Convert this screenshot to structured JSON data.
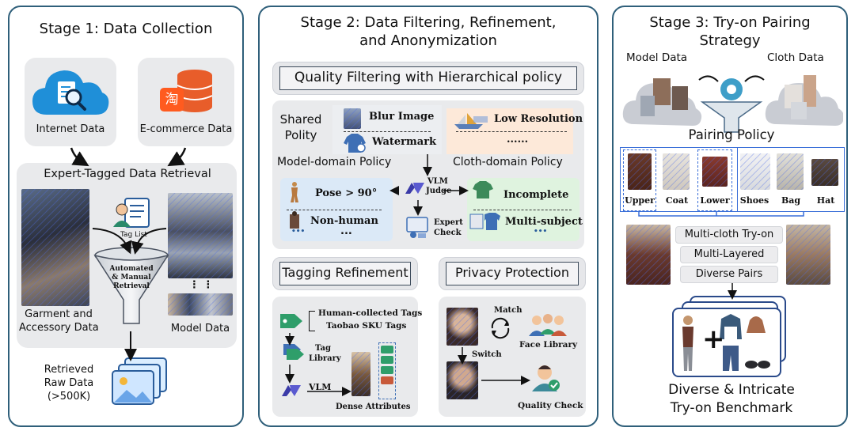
{
  "stage1": {
    "title": "Stage 1: Data Collection",
    "internet_label": "Internet Data",
    "ecommerce_label": "E-commerce Data",
    "ecommerce_badge": "淘",
    "expert_title": "Expert-Tagged Data Retrieval",
    "tag_list_label": "Tag List",
    "funnel_label_1": "Automated",
    "funnel_label_2": "& Manual",
    "funnel_label_3": "Retrieval",
    "garment_label_1": "Garment and",
    "garment_label_2": "Accessory Data",
    "model_label": "Model Data",
    "retrieved_label_1": "Retrieved",
    "retrieved_label_2": "Raw Data",
    "retrieved_label_3": "(>500K)",
    "ellipsis": "⋮   ⋮"
  },
  "stage2": {
    "title_1": "Stage 2: Data Filtering, Refinement,",
    "title_2": "and Anonymization",
    "quality_header": "Quality Filtering with Hierarchical policy",
    "shared_policy_1": "Shared",
    "shared_policy_2": "Polity",
    "blur_image": "Blur Image",
    "low_resolution": "Low Resolution",
    "watermark": "Watermark",
    "dots": "......",
    "model_policy": "Model-domain Policy",
    "cloth_policy": "Cloth-domain Policy",
    "vlm_judge_1": "VLM",
    "vlm_judge_2": "Judge",
    "pose": "Pose > 90°",
    "non_human": "Non-human",
    "incomplete": "Incomplete",
    "multi_subject": "Multi-subject",
    "expert_check_1": "Expert",
    "expert_check_2": "Check",
    "ellipsis_short": "...",
    "small_dots": "•••",
    "tagging_header": "Tagging Refinement",
    "human_tags": "Human-collected Tags",
    "taobao_tags": "Taobao SKU Tags",
    "tag_library_1": "Tag",
    "tag_library_2": "Library",
    "vlm": "VLM",
    "dense_attributes": "Dense Attributes",
    "privacy_header": "Privacy Protection",
    "match": "Match",
    "switch": "Switch",
    "face_library": "Face Library",
    "quality_check": "Quality Check"
  },
  "stage3": {
    "title_1": "Stage 3: Try-on Pairing",
    "title_2": "Strategy",
    "model_data": "Model Data",
    "cloth_data": "Cloth Data",
    "pairing_policy": "Pairing Policy",
    "items": [
      "Upper",
      "Coat",
      "Lower",
      "Shoes",
      "Bag",
      "Hat"
    ],
    "multi_cloth": "Multi-cloth Try-on",
    "multi_layered": "Multi-Layered",
    "diverse_pairs": "Diverse Pairs",
    "plus": "+",
    "benchmark_1": "Diverse & Intricate",
    "benchmark_2": "Try-on Benchmark"
  },
  "colors": {
    "panel_border": "#2f5f7a",
    "cloud_blue": "#1f8fd8",
    "orange": "#e85d2a",
    "light_blue_box": "#dbe9f7",
    "light_green_box": "#dff3df",
    "light_orange_box": "#fde9d9",
    "blue_outline": "#3a6fd8"
  }
}
